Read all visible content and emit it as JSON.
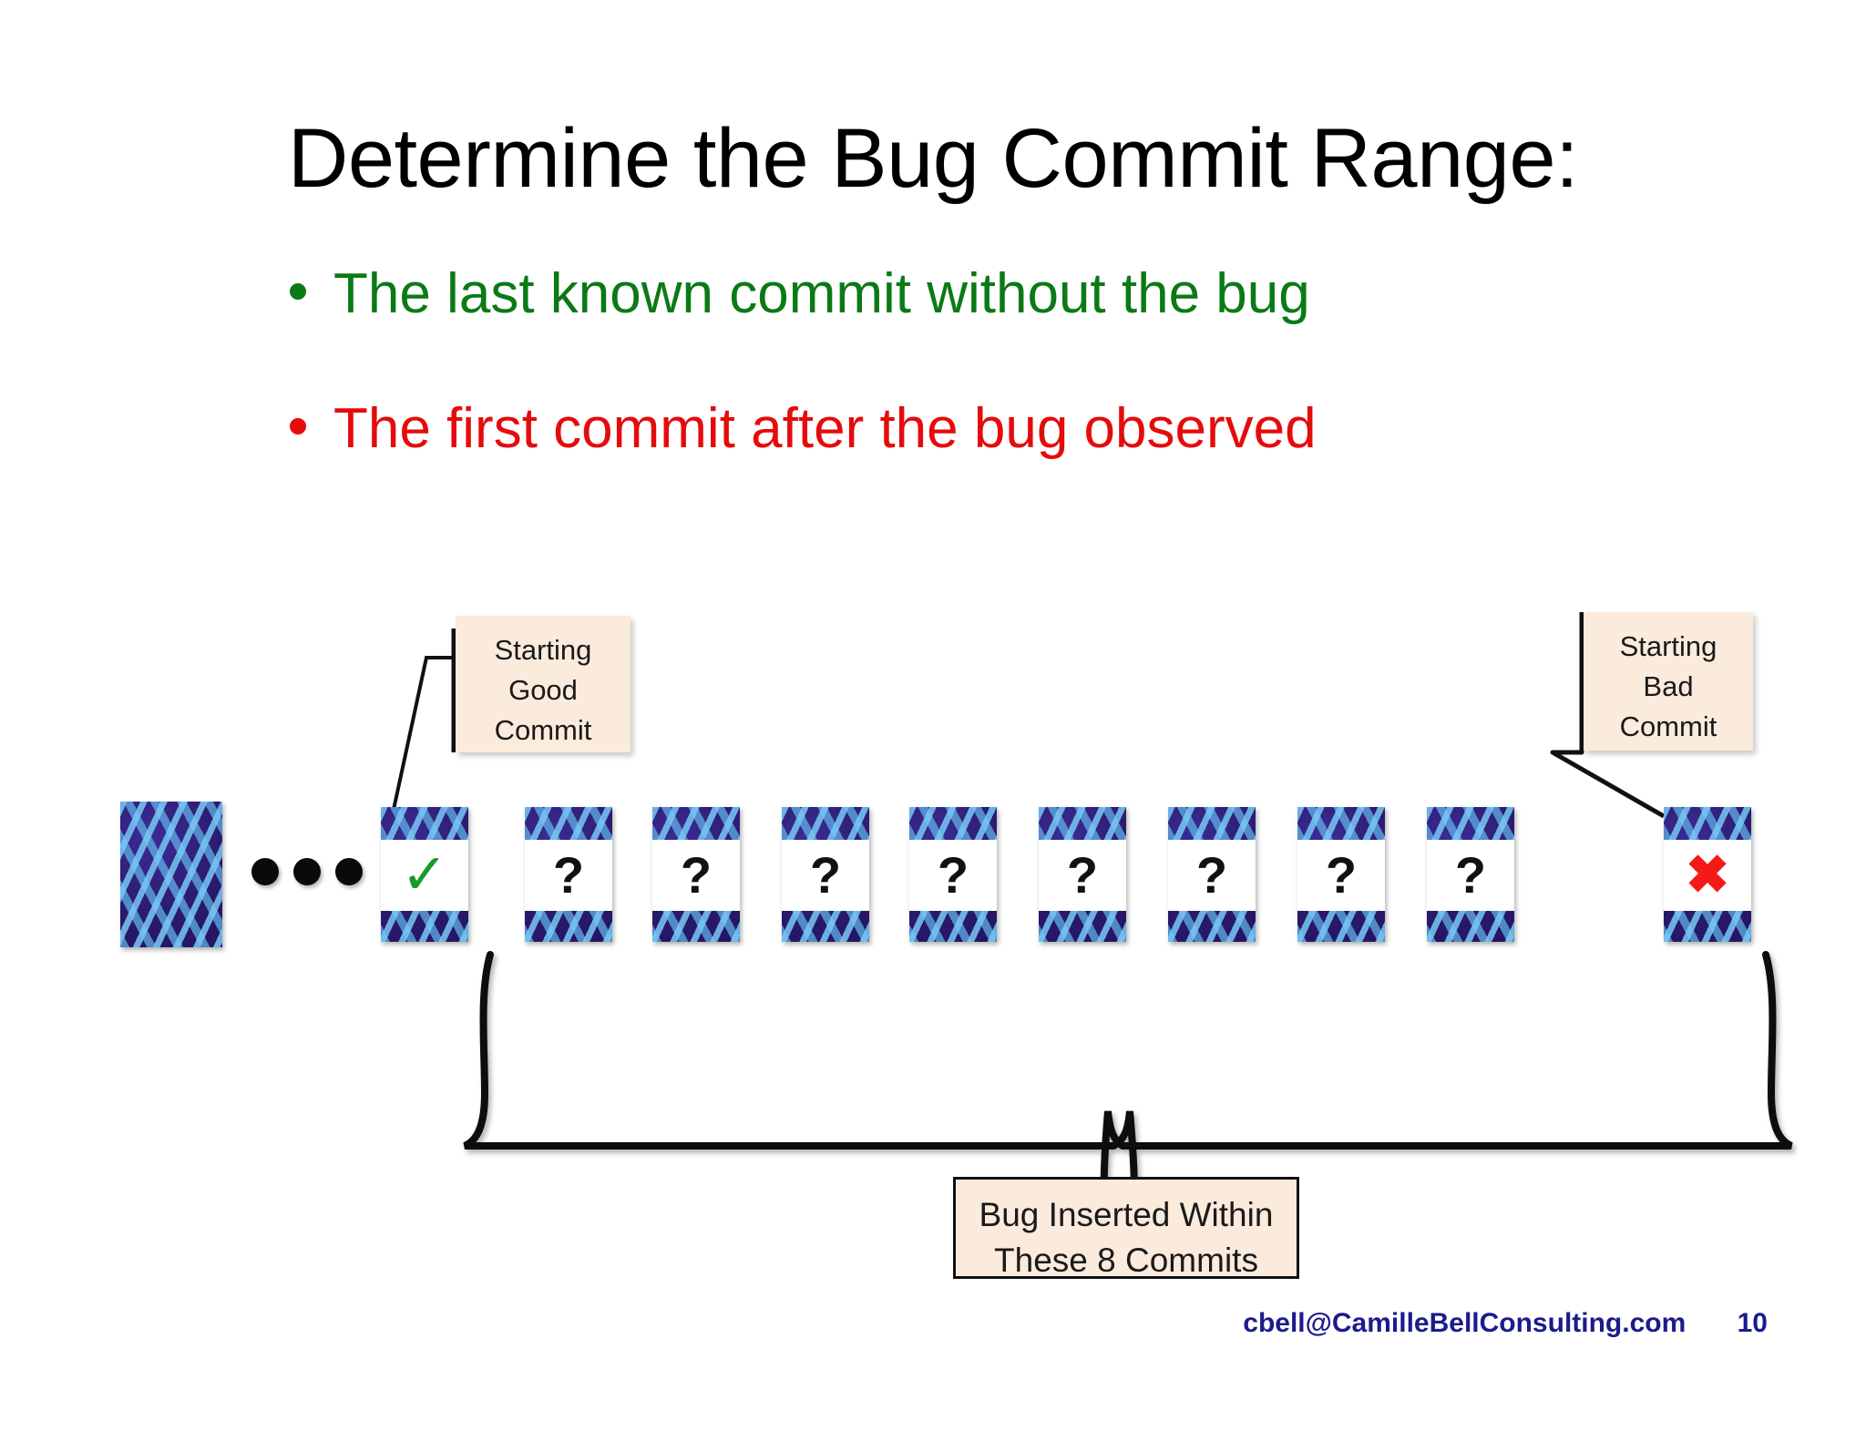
{
  "slide": {
    "title": "Determine the Bug Commit Range:",
    "bullets": [
      {
        "text": "The last known commit without the bug",
        "color": "#0B7A15"
      },
      {
        "text": "The first commit after the bug observed",
        "color": "#E60B0B"
      }
    ],
    "footer": {
      "email": "cbell@CamilleBellConsulting.com",
      "page_number": "10",
      "color": "#1B1B8C"
    }
  },
  "diagram": {
    "callouts": {
      "good": {
        "lines": [
          "Starting",
          "Good",
          "Commit"
        ],
        "background": "#FBEBDD"
      },
      "bad": {
        "lines": [
          "Starting",
          "Bad",
          "Commit"
        ],
        "background": "#FBEBDD"
      },
      "range": {
        "lines": [
          "Bug Inserted Within",
          "These 8 Commits"
        ],
        "background": "#FBEBDD",
        "border": "#111111"
      }
    },
    "ellipsis_dots": 3,
    "nodes": [
      {
        "id": "node-head",
        "symbol": "",
        "kind": "binary-block"
      },
      {
        "id": "node-good",
        "symbol": "✓",
        "kind": "good",
        "color": "#159B28"
      },
      {
        "id": "node-q1",
        "symbol": "?",
        "kind": "unknown"
      },
      {
        "id": "node-q2",
        "symbol": "?",
        "kind": "unknown"
      },
      {
        "id": "node-q3",
        "symbol": "?",
        "kind": "unknown"
      },
      {
        "id": "node-q4",
        "symbol": "?",
        "kind": "unknown"
      },
      {
        "id": "node-q5",
        "symbol": "?",
        "kind": "unknown"
      },
      {
        "id": "node-q6",
        "symbol": "?",
        "kind": "unknown"
      },
      {
        "id": "node-q7",
        "symbol": "?",
        "kind": "unknown"
      },
      {
        "id": "node-q8",
        "symbol": "?",
        "kind": "unknown"
      },
      {
        "id": "node-bad",
        "symbol": "✖",
        "kind": "bad",
        "color": "#F41A18"
      }
    ],
    "unknown_commit_count": 8
  }
}
